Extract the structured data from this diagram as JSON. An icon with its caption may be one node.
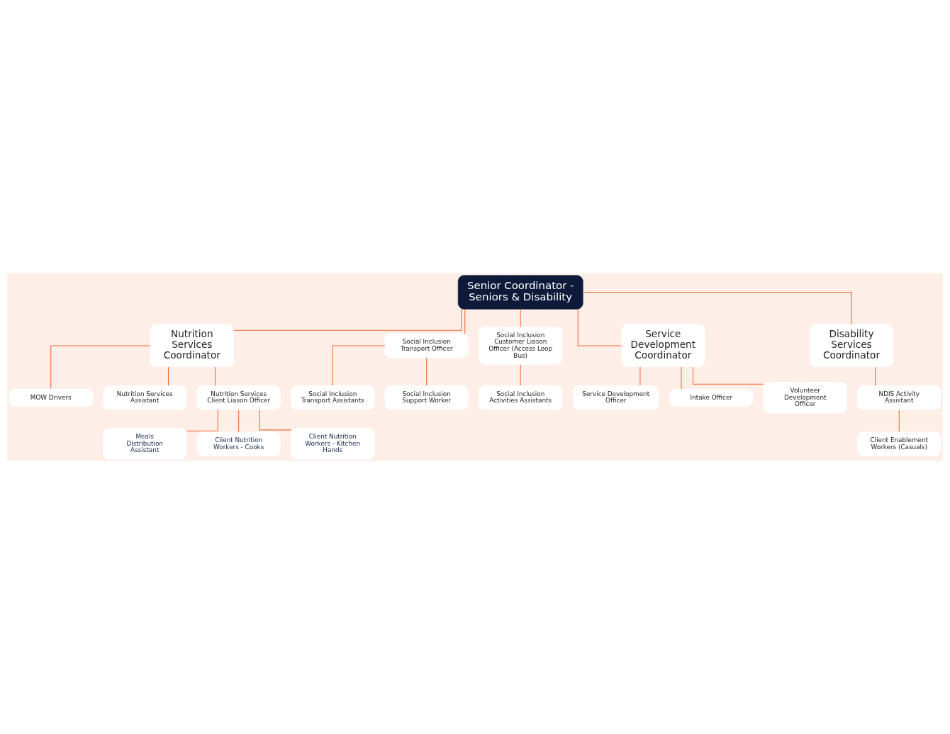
{
  "diagram": {
    "nodes": [
      {
        "text": [
          "Senior Coordinator - Seniors & Disability"
        ]
      },
      {
        "text": [
          "Nutrition Services Coordinator"
        ]
      },
      {
        "text": [
          "MOW Drivers"
        ]
      },
      {
        "text": [
          "Nutrition Services Assistant"
        ]
      },
      {
        "text": [
          "Nutrition Services Client Liason Officer"
        ]
      },
      {
        "text": [
          "Meals Distribution Assistant"
        ]
      },
      {
        "text": [
          "Client Nutrition Workers - Cooks"
        ]
      },
      {
        "text": [
          "Client Nutrition Workers - Kitchen Hands"
        ]
      },
      {
        "text": [
          "Social Inclusion Transport Officer"
        ]
      },
      {
        "text": [
          "Social Inclusion Transport Assistants"
        ]
      },
      {
        "text": [
          "Social Inclusion Support Worker"
        ]
      },
      {
        "text": [
          "Social Inclusion Customer Liason Officer (Access Loop Bus)"
        ]
      },
      {
        "text": [
          "Social Inclusion Activities Assistants"
        ]
      },
      {
        "text": [
          "Service Development Coordinator"
        ]
      },
      {
        "text": [
          "Service Development Officer"
        ]
      },
      {
        "text": [
          "Intake Officer"
        ]
      },
      {
        "text": [
          "Volunteer Development Officer"
        ]
      },
      {
        "text": [
          "Disability Services Coordinator"
        ]
      },
      {
        "text": [
          "NDIS Activity Assistant"
        ]
      },
      {
        "text": [
          "Client Enablement Workers (Casuals)"
        ]
      }
    ],
    "edges": [
      {
        "from": 0,
        "to": 1,
        "arrow": "none"
      },
      {
        "from": 0,
        "to": 8,
        "arrow": "none"
      },
      {
        "from": 0,
        "to": 11,
        "arrow": "none"
      },
      {
        "from": 0,
        "to": 13,
        "arrow": "none"
      },
      {
        "from": 0,
        "to": 17,
        "arrow": "none"
      },
      {
        "from": 1,
        "to": 2,
        "arrow": "none"
      },
      {
        "from": 1,
        "to": 3,
        "arrow": "none"
      },
      {
        "from": 1,
        "to": 4,
        "arrow": "none"
      },
      {
        "from": 4,
        "to": 5,
        "arrow": "none"
      },
      {
        "from": 4,
        "to": 6,
        "arrow": "none"
      },
      {
        "from": 4,
        "to": 7,
        "arrow": "none"
      },
      {
        "from": 8,
        "to": 9,
        "arrow": "none"
      },
      {
        "from": 8,
        "to": 10,
        "arrow": "none"
      },
      {
        "from": 11,
        "to": 12,
        "arrow": "none"
      },
      {
        "from": 13,
        "to": 14,
        "arrow": "none"
      },
      {
        "from": 13,
        "to": 15,
        "arrow": "none"
      },
      {
        "from": 13,
        "to": 16,
        "arrow": "none"
      },
      {
        "from": 17,
        "to": 18,
        "arrow": "none"
      },
      {
        "from": 18,
        "to": 19,
        "arrow": "none"
      }
    ]
  }
}
